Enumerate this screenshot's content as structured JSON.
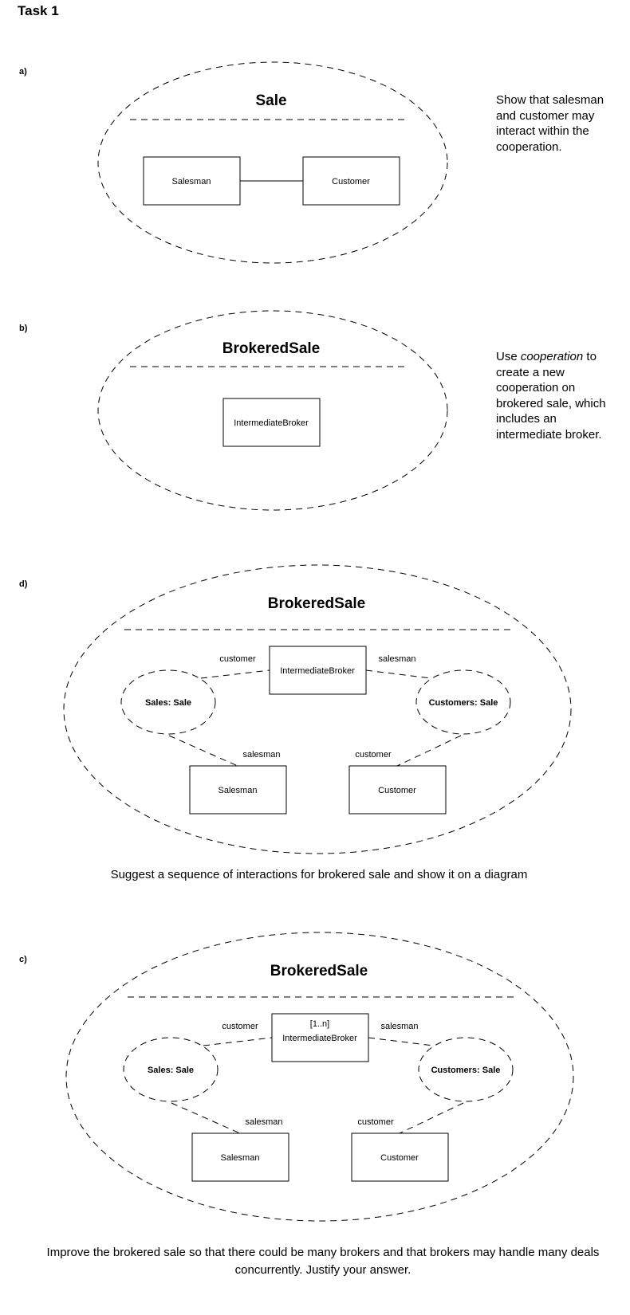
{
  "page": {
    "title": "Task 1"
  },
  "sections": {
    "a": {
      "label": "a)",
      "diagram_title": "Sale",
      "salesman": "Salesman",
      "customer": "Customer",
      "note": "Show that salesman and customer may interact within the cooperation."
    },
    "b": {
      "label": "b)",
      "diagram_title": "BrokeredSale",
      "broker": "IntermediateBroker",
      "note_prefix": "Use ",
      "note_em": "cooperation",
      "note_suffix": "  to create a new cooperation on brokered sale, which includes an intermediate broker."
    },
    "d": {
      "label": "d)",
      "diagram_title": "BrokeredSale",
      "broker": "IntermediateBroker",
      "sales_role": "Sales: Sale",
      "customers_role": "Customers: Sale",
      "salesman": "Salesman",
      "customer": "Customer",
      "link_customer_top": "customer",
      "link_salesman_top": "salesman",
      "link_salesman_bottom": "salesman",
      "link_customer_bottom": "customer",
      "caption": "Suggest a sequence of interactions for brokered sale and show it on a diagram"
    },
    "c": {
      "label": "c)",
      "diagram_title": "BrokeredSale",
      "multiplicity": "[1..n]",
      "broker": "IntermediateBroker",
      "sales_role": "Sales: Sale",
      "customers_role": "Customers: Sale",
      "salesman": "Salesman",
      "customer": "Customer",
      "link_customer_top": "customer",
      "link_salesman_top": "salesman",
      "link_salesman_bottom": "salesman",
      "link_customer_bottom": "customer",
      "caption": "Improve the brokered sale so that there could be many brokers and that brokers may handle many deals concurrently. Justify your answer."
    }
  }
}
